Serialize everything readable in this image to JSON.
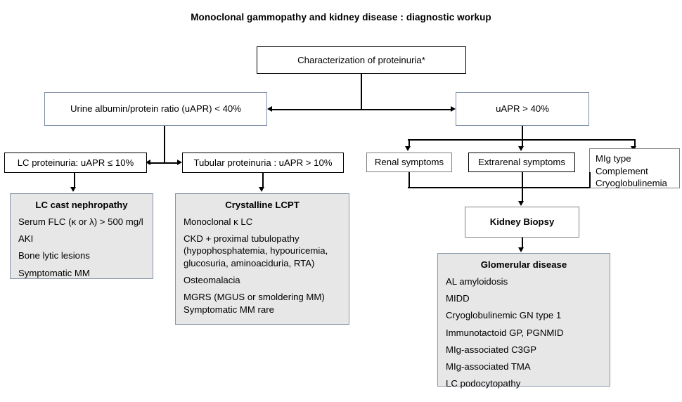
{
  "title": "Monoclonal gammopathy and kidney disease : diagnostic workup",
  "colors": {
    "blue_border": "#7b8ca6",
    "black_border": "#000000",
    "gray_border": "#808080",
    "panel_fill": "#e7e7e7",
    "canvas": "#ffffff",
    "text": "#000000"
  },
  "nodes": {
    "root": {
      "label": "Characterization of proteinuria*"
    },
    "uapr_low": {
      "label": "Urine albumin/protein ratio (uAPR) < 40%"
    },
    "uapr_high": {
      "label": "uAPR > 40%"
    },
    "lc_proteinuria": {
      "label": "LC proteinuria: uAPR ≤ 10%"
    },
    "tubular_proteinuria": {
      "label": "Tubular proteinuria : uAPR > 10%"
    },
    "renal_symptoms": {
      "label": "Renal symptoms"
    },
    "extrarenal_symptoms": {
      "label": "Extrarenal symptoms"
    },
    "mig_type": {
      "lines": [
        "MIg type",
        "Complement",
        "Cryoglobulinemia"
      ]
    },
    "kidney_biopsy": {
      "label": "Kidney Biopsy"
    }
  },
  "panels": {
    "lc_cast_nephropathy": {
      "title": "LC cast nephropathy",
      "lines": [
        "Serum FLC (κ or λ) > 500 mg/l",
        "AKI",
        "Bone lytic lesions",
        "Symptomatic MM"
      ]
    },
    "crystalline_lcpt": {
      "title": "Crystalline LCPT",
      "lines": [
        "Monoclonal κ LC",
        "CKD + proximal tubulopathy\n(hypophosphatemia, hypouricemia,\nglucosuria, aminoaciduria, RTA)",
        "Osteomalacia",
        "MGRS (MGUS or smoldering MM)",
        "Symptomatic MM rare"
      ]
    },
    "glomerular_disease": {
      "title": "Glomerular disease",
      "lines": [
        "AL amyloidosis",
        "MIDD",
        "Cryoglobulinemic GN type 1",
        "Immunotactoid GP, PGNMID",
        "MIg-associated C3GP",
        "MIg-associated TMA",
        "LC podocytopathy"
      ]
    }
  }
}
